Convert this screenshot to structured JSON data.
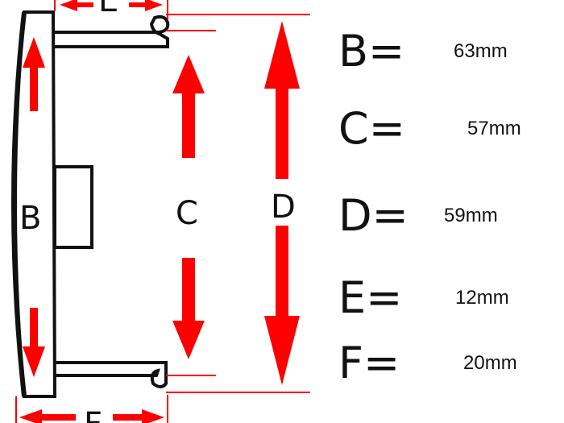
{
  "diagram": {
    "labels": {
      "b": "B",
      "c": "C",
      "d": "D",
      "e": "E",
      "f": "F"
    }
  },
  "dimensions": [
    {
      "key": "B=",
      "value": "63mm"
    },
    {
      "key": "C=",
      "value": "57mm"
    },
    {
      "key": "D=",
      "value": "59mm"
    },
    {
      "key": "E=",
      "value": "12mm"
    },
    {
      "key": "F=",
      "value": "20mm"
    }
  ],
  "colors": {
    "arrow": "#ff0000",
    "outline": "#111111",
    "cap_fill": "#ffffff"
  }
}
